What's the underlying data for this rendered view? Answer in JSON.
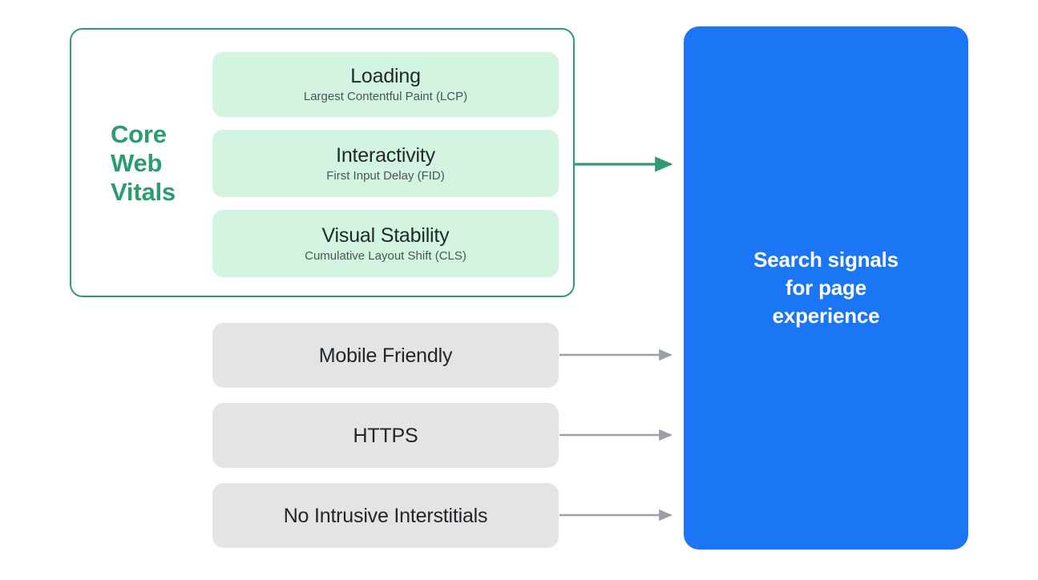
{
  "diagram": {
    "title": "Search signals for page experience",
    "colors": {
      "accent_green": "#2A9D6F",
      "mint_fill": "#D3F4E1",
      "gray_fill": "#E4E4E4",
      "blue_fill": "#1A76F5",
      "arrow_gray": "#9AA0A6",
      "text_dark": "#20262B",
      "text_white": "#FFFFFF"
    }
  },
  "core_web_vitals": {
    "group_label": "Core Web Vitals",
    "group_label_lines": [
      "Core",
      "Web",
      "Vitals"
    ],
    "metrics": [
      {
        "title": "Loading",
        "subtitle": "Largest Contentful Paint (LCP)"
      },
      {
        "title": "Interactivity",
        "subtitle": "First Input Delay (FID)"
      },
      {
        "title": "Visual Stability",
        "subtitle": "Cumulative Layout Shift (CLS)"
      }
    ]
  },
  "other_signals": [
    {
      "title": "Mobile Friendly"
    },
    {
      "title": "HTTPS"
    },
    {
      "title": "No Intrusive Interstitials"
    }
  ],
  "result": {
    "text": "Search signals for page experience",
    "lines": [
      "Search signals",
      "for page",
      "experience"
    ]
  },
  "connectors": [
    {
      "name": "core-web-vitals-to-result",
      "color": "#2E9E72",
      "from": "core-web-vitals-container",
      "to": "result-panel"
    },
    {
      "name": "mobile-friendly-to-result",
      "color": "#9AA0A6",
      "from": "signal-mobile-friendly",
      "to": "result-panel"
    },
    {
      "name": "https-to-result",
      "color": "#9AA0A6",
      "from": "signal-https",
      "to": "result-panel"
    },
    {
      "name": "no-intrusive-interstitials-to-result",
      "color": "#9AA0A6",
      "from": "signal-no-intrusive-interstitials",
      "to": "result-panel"
    }
  ]
}
